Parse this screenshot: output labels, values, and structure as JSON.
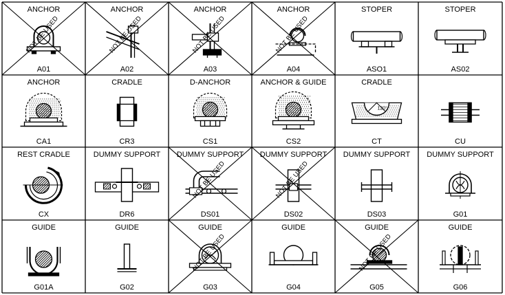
{
  "sheet": {
    "rows": [
      [
        {
          "title": "ANCHOR",
          "code": "A01",
          "crossed": true,
          "note": "NOT BE USED",
          "symbol": "ubolt-anchor"
        },
        {
          "title": "ANCHOR",
          "code": "A02",
          "crossed": true,
          "note": "NOT BE USED",
          "symbol": "pipe-anchor-beam"
        },
        {
          "title": "ANCHOR",
          "code": "A03",
          "crossed": true,
          "note": "NOT BE USED",
          "symbol": "pipe-anchor-base"
        },
        {
          "title": "ANCHOR",
          "code": "A04",
          "crossed": true,
          "note": "NOT BE USED",
          "symbol": "clamp-anchor"
        },
        {
          "title": "STOPER",
          "code": "ASO1",
          "crossed": false,
          "note": "",
          "symbol": "stopper-pipe"
        },
        {
          "title": "STOPER",
          "code": "AS02",
          "crossed": false,
          "note": "",
          "symbol": "stopper-pipe-tee"
        }
      ],
      [
        {
          "title": "ANCHOR",
          "code": "CA1",
          "crossed": false,
          "note": "",
          "symbol": "insulated-anchor"
        },
        {
          "title": "CRADLE",
          "code": "CR3",
          "crossed": false,
          "note": "",
          "symbol": "cradle-front"
        },
        {
          "title": "D-ANCHOR",
          "code": "CS1",
          "crossed": false,
          "note": "",
          "symbol": "d-anchor"
        },
        {
          "title": "ANCHOR & GUIDE",
          "code": "CS2",
          "crossed": false,
          "note": "",
          "symbol": "anchor-guide"
        },
        {
          "title": "CRADLE",
          "code": "CT",
          "crossed": false,
          "note": "",
          "symbol": "cradle-120"
        },
        {
          "title": "",
          "code": "CU",
          "crossed": false,
          "note": "",
          "symbol": "cradle-u"
        }
      ],
      [
        {
          "title": "REST CRADLE",
          "code": "CX",
          "crossed": false,
          "note": "",
          "symbol": "rest-cradle"
        },
        {
          "title": "DUMMY SUPPORT",
          "code": "DR6",
          "crossed": false,
          "note": "",
          "symbol": "dummy-support-beam"
        },
        {
          "title": "DUMMY SUPPORT",
          "code": "DS01",
          "crossed": true,
          "note": "NOT BE USED",
          "symbol": "dummy-elbow"
        },
        {
          "title": "DUMMY SUPPORT",
          "code": "DS02",
          "crossed": true,
          "note": "NOT BE USED",
          "symbol": "dummy-vertical"
        },
        {
          "title": "DUMMY SUPPORT",
          "code": "DS03",
          "crossed": false,
          "note": "",
          "symbol": "dummy-vertical-plate"
        },
        {
          "title": "DUMMY SUPPORT",
          "code": "G01",
          "crossed": false,
          "note": "",
          "symbol": "ubolt-guide"
        }
      ],
      [
        {
          "title": "GUIDE",
          "code": "G01A",
          "crossed": false,
          "note": "",
          "symbol": "clamp-guide"
        },
        {
          "title": "GUIDE",
          "code": "G02",
          "crossed": false,
          "note": "",
          "symbol": "post-guide"
        },
        {
          "title": "GUIDE",
          "code": "G03",
          "crossed": true,
          "note": "NOT BE USED",
          "symbol": "guide-ubolt-base"
        },
        {
          "title": "GUIDE",
          "code": "G04",
          "crossed": false,
          "note": "",
          "symbol": "guide-shoe"
        },
        {
          "title": "GUIDE",
          "code": "G05",
          "crossed": true,
          "note": "NOT BE USED",
          "symbol": "guide-hatched"
        },
        {
          "title": "GUIDE",
          "code": "G06",
          "crossed": false,
          "note": "",
          "symbol": "guide-dashed"
        }
      ]
    ],
    "ct_angle_label": "120°"
  }
}
